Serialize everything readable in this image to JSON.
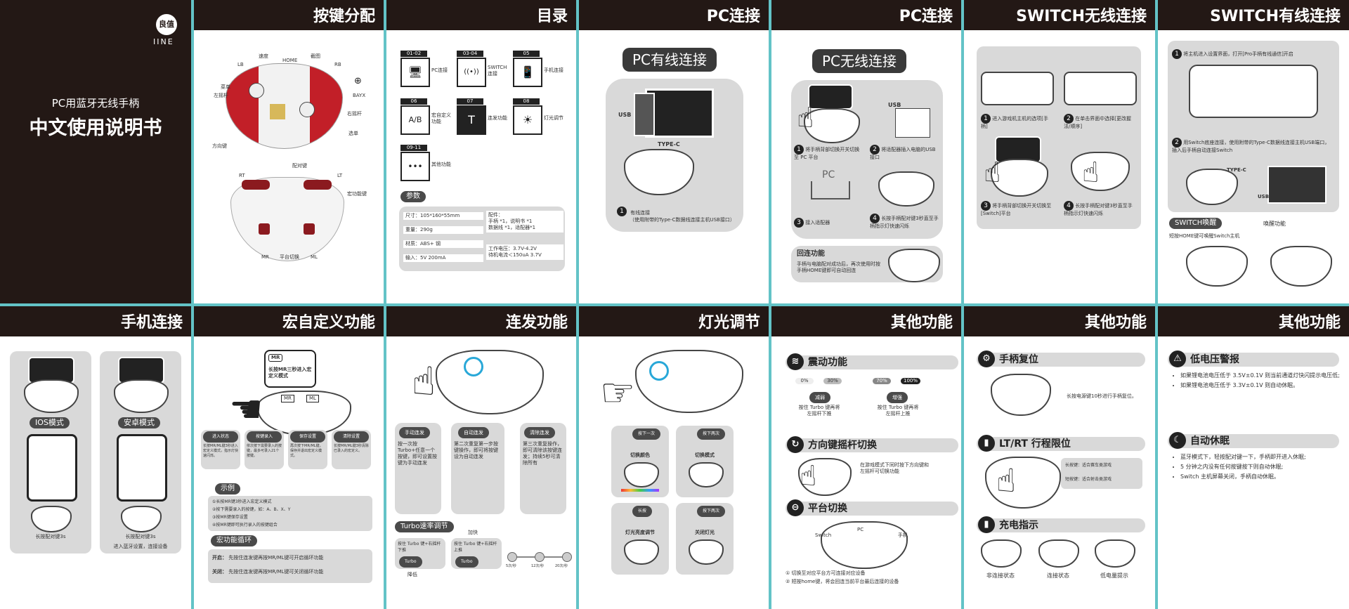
{
  "cover": {
    "brand_cn": "良值",
    "brand_en": "IINE",
    "subtitle": "PC用蓝牙无线手柄",
    "title": "中文使用说明书"
  },
  "headings": {
    "keys": "按键分配",
    "toc": "目录",
    "pc_wired": "PC连接",
    "pc_wireless": "PC连接",
    "switch_wireless": "SWITCH无线连接",
    "switch_wired": "SWITCH有线连接",
    "phone": "手机连接",
    "macro": "宏自定义功能",
    "turbo": "连发功能",
    "light": "灯光调节",
    "other1": "其他功能",
    "other2": "其他功能",
    "other3": "其他功能"
  },
  "keys": {
    "labels": [
      "LB",
      "速度",
      "HOME",
      "截图",
      "RB",
      "菜单",
      "左摇杆",
      "右摇杆",
      "选单",
      "方向键",
      "BAYX",
      "配对键",
      "RT",
      "LT",
      "MR",
      "平台切换",
      "ML",
      "宏功能键"
    ]
  },
  "toc": {
    "items": [
      {
        "num": "01-02",
        "icon": "🖥",
        "label": "PC连接"
      },
      {
        "num": "03-04",
        "icon": "((•))",
        "label": "SWITCH连接"
      },
      {
        "num": "05",
        "icon": "📱",
        "label": "手机连接"
      },
      {
        "num": "06",
        "icon": "A/B",
        "label": "宏自定义功能"
      },
      {
        "num": "07",
        "icon": "T",
        "label": "连发功能"
      },
      {
        "num": "08",
        "icon": "☀",
        "label": "灯光调节"
      },
      {
        "num": "09-11",
        "icon": "•••",
        "label": "其他功能"
      }
    ],
    "params_label": "参数",
    "params_left": [
      "尺寸：105*160*55mm",
      "重量：290g",
      "材质：ABS+ 钢",
      "输入：5V 200mA"
    ],
    "params_right_top": [
      "配件：",
      "手柄 *1，说明书 *1",
      "数据线 *1，适配器*1"
    ],
    "params_right_bottom": [
      "工作电压：3.7V-4.2V",
      "待机电流＜150uA 3.7V"
    ]
  },
  "pc_wired": {
    "pill": "PC有线连接",
    "usb": "USB",
    "typec": "TYPE-C",
    "step": "有线连接",
    "step_note": "（使用附带的Type-C数据线连接主机USB接口）"
  },
  "pc_wireless": {
    "pill": "PC无线连接",
    "usb": "USB",
    "pc_label": "PC",
    "steps": [
      "将手柄背部切换开关切换至 PC 平台",
      "将适配器插入电脑的USB接口",
      "接入适配器",
      "长按手柄配对键3秒直至手柄指示灯快速闪烁"
    ],
    "reconnect_title": "回连功能",
    "reconnect_text": "手柄与电脑配对成功后，再次使用时按手柄HOME键即可自动回连"
  },
  "switch_wireless": {
    "steps": [
      "进入游戏机主机的选项[手柄]",
      "在单击界面中选择[更改握法/顺序]",
      "将手柄背部切换开关切换至[Switch]平台",
      "长按手柄配对键3秒直至手柄指示灯快速闪烁"
    ]
  },
  "switch_wired": {
    "steps": [
      "将主机进入设置界面，打开[Pro手柄有线通信]开启",
      "用Switch底座连接，使用附带的Type-C数据线连接主机USB端口，插入后手柄自动连接Switch"
    ],
    "typec": "TYPE-C",
    "usb": "USB",
    "wake_label": "SWITCH唤醒",
    "wake_func": "唤醒功能",
    "wake_note": "短按HOME键可唤醒Switch主机"
  },
  "phone": {
    "ios_label": "IOS模式",
    "android_label": "安卓模式",
    "ios_note": "长按配对键3s",
    "android_note": "长按配对键3s",
    "foot": "进入蓝牙设置，连接设备"
  },
  "macro": {
    "mr_tag": "MR",
    "bubble": "长按MR三秒进入宏定义模式",
    "keys": [
      "MR",
      "ML"
    ],
    "cards": [
      {
        "title": "进入状态",
        "text": "长按MR/ML键3秒进入宏定义模式，指示灯快速闪烁。"
      },
      {
        "title": "按键录入",
        "text": "依次按下需要录入的按键，最多可录入21个按键。"
      },
      {
        "title": "保存设置",
        "text": "再次按下MR/ML键，保存并退出宏定义模式。"
      },
      {
        "title": "清除设置",
        "text": "长按MR/ML键3秒清除已录入的宏定义。"
      }
    ],
    "example_label": "示例",
    "example_lines": [
      "①长按MR键3秒进入宏定义模式",
      "②按下需要录入的按键，如：A、B、X、Y",
      "③按MR键保存设置",
      "④按MR键即可执行录入的按键组合"
    ],
    "loop_label": "宏功能循环",
    "loop_on_label": "开启：",
    "loop_on": "先按住连发键再按MR/ML键可开启循环功能",
    "loop_off_label": "关闭：",
    "loop_off": "先按住连发键再按MR/ML键可关闭循环功能"
  },
  "turbo": {
    "cards": [
      {
        "title": "手动连发",
        "text": "按一次按 Turbo+任意一个按键，即可设置按键为手动连发"
      },
      {
        "title": "自动连发",
        "text": "第二次重复第一步按键操作，即可将按键设为自动连发"
      },
      {
        "title": "清除连发",
        "text": "第三次重复操作，即可清除该按键连发；持续5秒可清除所有"
      }
    ],
    "turbo_key": "Turbo",
    "speed_label": "Turbo速率调节",
    "speed_up": "加快",
    "speed_down": "降低",
    "speed_note_left": "按住 Turbo 键+右摇杆下推",
    "speed_note_right": "按住 Turbo 键+右摇杆上推",
    "speed_marks": [
      "5次/秒",
      "12次/秒",
      "20次/秒"
    ]
  },
  "light": {
    "tiles": [
      {
        "tag": "按下一次",
        "label": "切换颜色"
      },
      {
        "tag": "按下两次",
        "label": "切换模式"
      },
      {
        "tag": "长按",
        "label": "灯光亮度调节"
      },
      {
        "tag": "按下两次",
        "label": "关闭灯光"
      }
    ]
  },
  "other1": {
    "vibration": "震动功能",
    "levels": [
      "0%",
      "30%",
      "70%",
      "100%"
    ],
    "inc_label": "增强",
    "dec_label": "减弱",
    "inc_text": "按住 Turbo 键再将左摇杆上推",
    "dec_text": "按住 Turbo 键再将左摇杆下推",
    "dpad": "方向键摇杆切换",
    "dpad_text": "在游戏模式下同时按下方向键和左摇杆可切换功能",
    "platform": "平台切换",
    "platform_tags": [
      "Switch",
      "PC",
      "手机"
    ],
    "platform_lines": [
      "① 切换至对应平台方可连接对应设备",
      "② 短按home键，将会回连当前平台最后连接的设备"
    ]
  },
  "other2": {
    "reset": "手柄复位",
    "reset_text": "长按电源键10秒进行手柄复位。",
    "trigger": "LT/RT 行程限位",
    "trigger_opts": [
      "长按键：适合赛车类游戏",
      "短按键：适合射击类游戏"
    ],
    "charge": "充电指示",
    "charge_states": [
      "非连接状态",
      "连接状态",
      "低电量提示"
    ]
  },
  "other3": {
    "low": "低电压警报",
    "low_items": [
      "如果锂电池电压低于 3.5V±0.1V 则当前通道灯快闪提示电压低;",
      "如果锂电池电压低于 3.3V±0.1V 则自动休眠。"
    ],
    "sleep": "自动休眠",
    "sleep_items": [
      "蓝牙模式下，轻按配对键一下，手柄即开进入休眠;",
      "5 分钟之内没有任何按键按下则自动休眠;",
      "Switch 主机屏幕关闭，手柄自动休眠。"
    ]
  },
  "colors": {
    "dark": "#231815",
    "teal_gap": "#63c3c7",
    "gray": "#d9d9d9",
    "red": "#c21f28"
  }
}
